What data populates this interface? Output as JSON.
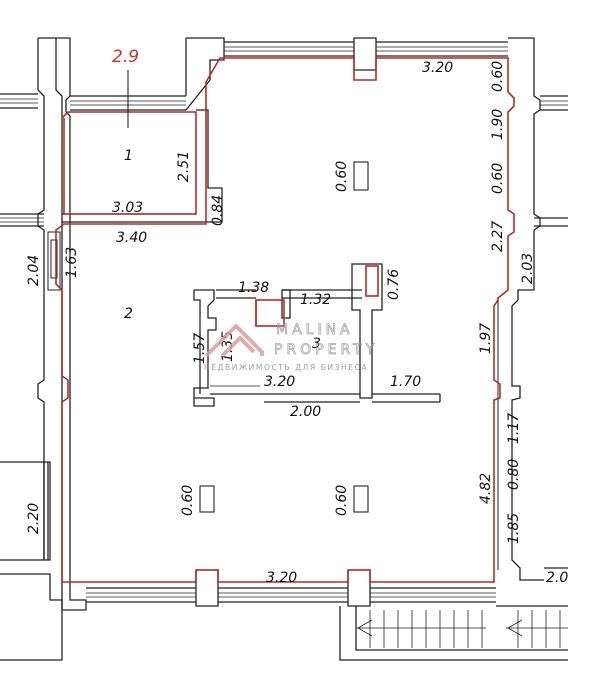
{
  "ceiling_height": "2.9",
  "rooms": [
    "1",
    "2",
    "3"
  ],
  "dimensions": {
    "top_width": "3.20",
    "bottom_width": "3.20",
    "r1_top_right": "0.60",
    "r1_mid_right": "1.90",
    "r1_low_right": "0.60",
    "right_mid": "2.27",
    "right_outer": "2.03",
    "right_lower": "1.97",
    "right_117": "1.17",
    "right_080": "0.80",
    "right_482": "4.82",
    "right_185": "1.85",
    "right_cut": "2.0",
    "room1_height": "2.51",
    "room1_084": "0.84",
    "room1_width": "3.03",
    "room1_outer": "3.40",
    "left_163": "1.63",
    "left_204": "2.04",
    "left_220": "2.20",
    "col_upper": "0.60",
    "col_lower_left": "0.60",
    "col_lower_mid": "0.60",
    "room3_138": "1.38",
    "room3_132": "1.32",
    "room3_076": "0.76",
    "room3_157": "1.57",
    "room3_135": "1.35",
    "room3_320": "3.20",
    "room3_170": "1.70",
    "room3_200": "2.00"
  },
  "watermark": {
    "line1": "MALINA",
    "line2": "PROPERTY",
    "line3": "НЕДВИЖИМОСТЬ ДЛЯ БИЗНЕСА"
  }
}
